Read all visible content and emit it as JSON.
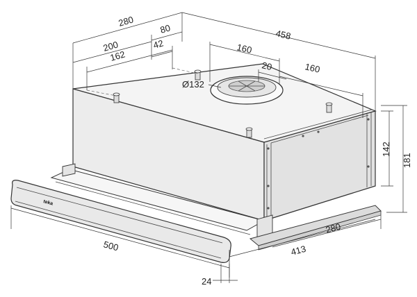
{
  "dimensions": {
    "depth_total": "280",
    "offset_80": "80",
    "depth_200": "200",
    "offset_42": "42",
    "depth_162": "162",
    "width_total": "458",
    "duct_left": "160",
    "duct_gap": "20",
    "duct_right": "160",
    "duct_diameter": "Ø132",
    "body_height": "142",
    "total_height": "181",
    "side_depth": "280",
    "front_width_413": "413",
    "front_width_500": "500",
    "visor_depth": "24"
  },
  "brand": "teka",
  "colors": {
    "line": "#333333",
    "fill": "#f2f2f2",
    "shade": "#d8d8d8"
  }
}
